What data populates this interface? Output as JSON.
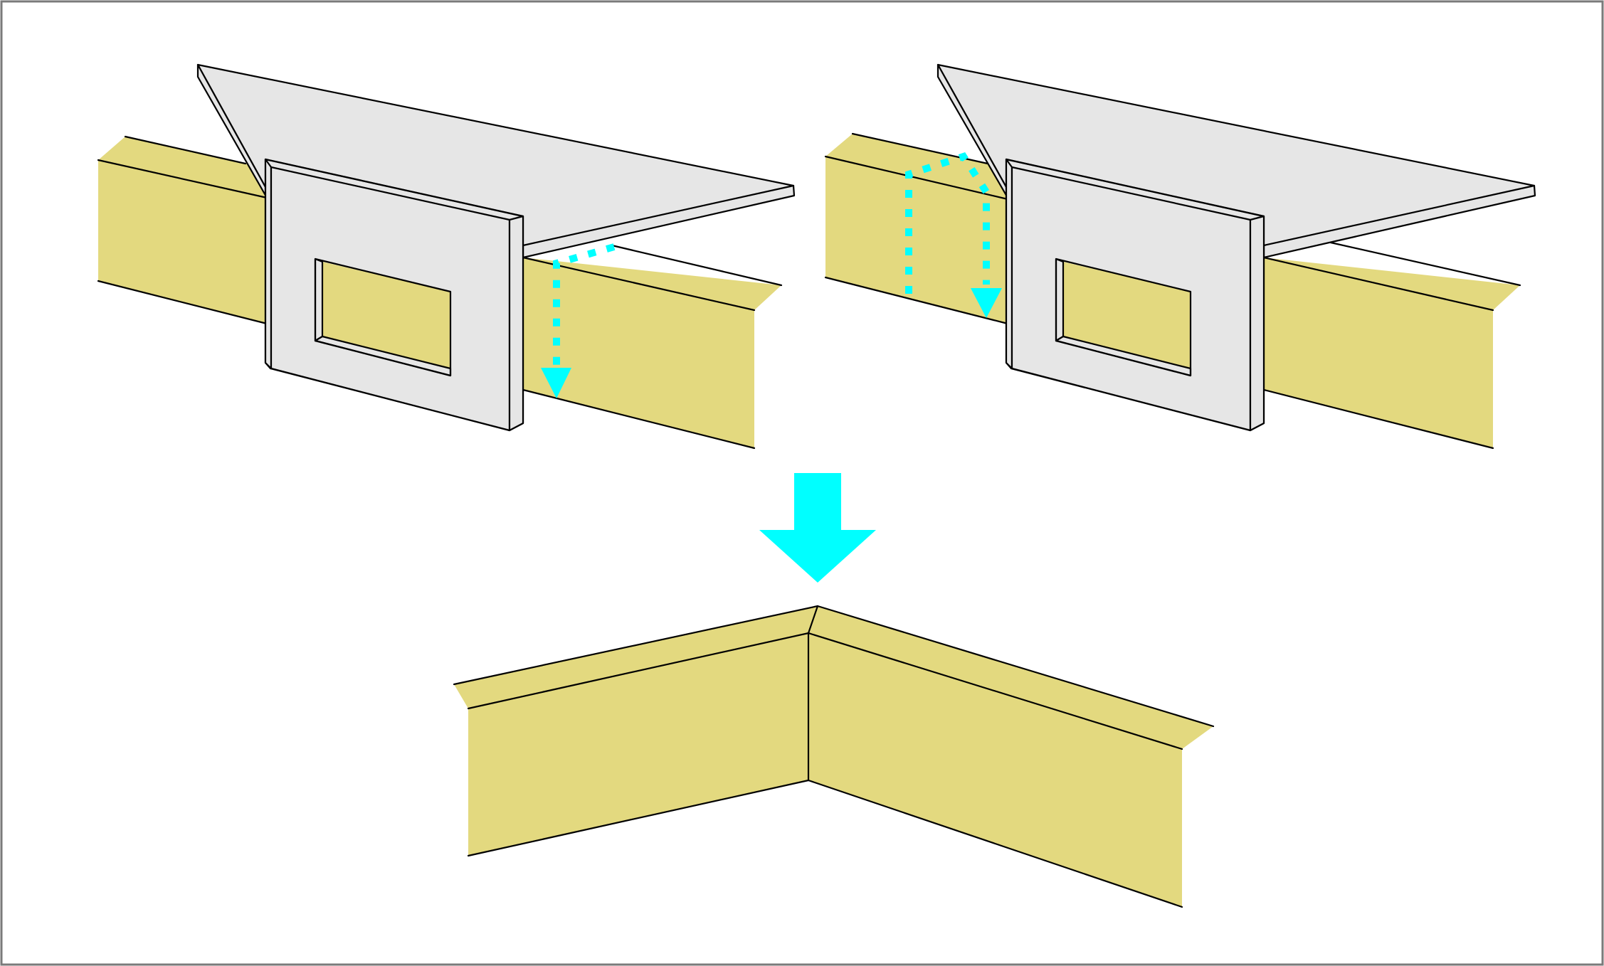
{
  "diagram": {
    "description_text": "",
    "colors": {
      "frame_border": "#7a7a7a",
      "molding": "#e3d97f",
      "jig": "#e6e6e6",
      "outline": "#000000",
      "cut_arrow": "#00ffff",
      "result_arrow": "#00ffff",
      "background": "#ffffff"
    },
    "panels": [
      {
        "id": "left-cut",
        "icon": "miter-box-icon",
        "cut_direction": "down-right-side"
      },
      {
        "id": "right-cut",
        "icon": "miter-box-icon",
        "cut_direction": "down-left-side"
      },
      {
        "id": "result",
        "icon": "mitered-corner-icon"
      }
    ],
    "arrows": [
      {
        "id": "cut-arrow-left",
        "icon": "dotted-arrow-icon",
        "style": "dotted"
      },
      {
        "id": "cut-arrow-right",
        "icon": "dotted-arrow-icon",
        "style": "dotted"
      },
      {
        "id": "result-arrow",
        "icon": "down-arrow-icon",
        "style": "solid"
      }
    ]
  }
}
